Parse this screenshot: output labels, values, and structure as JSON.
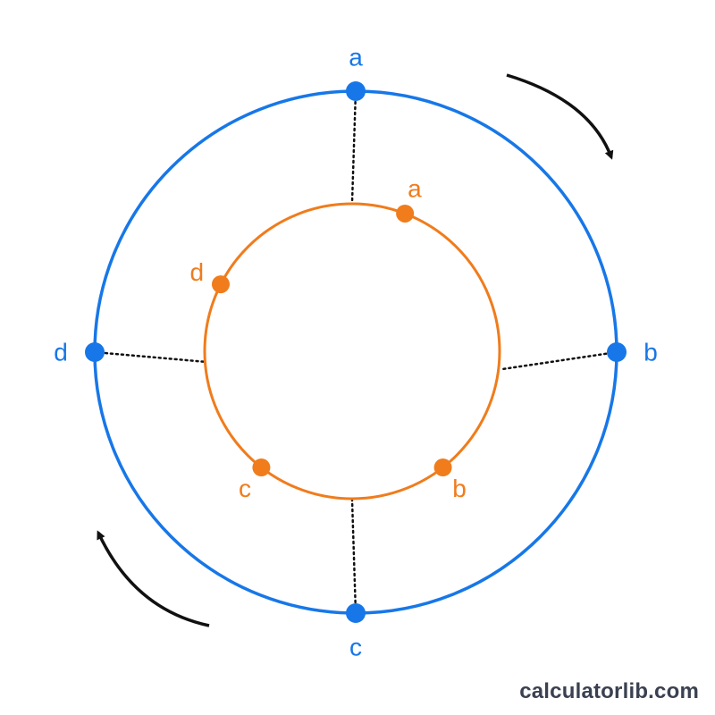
{
  "colors": {
    "outer": "#1777e8",
    "inner": "#f07c1c",
    "arrow": "#111111",
    "connector": "#111111"
  },
  "outer_circle": {
    "points": [
      {
        "label": "a",
        "angle_deg": 0
      },
      {
        "label": "b",
        "angle_deg": 90
      },
      {
        "label": "c",
        "angle_deg": 180
      },
      {
        "label": "d",
        "angle_deg": 270
      }
    ]
  },
  "inner_circle": {
    "points": [
      {
        "label": "a",
        "angle_deg": 21
      },
      {
        "label": "b",
        "angle_deg": 142
      },
      {
        "label": "c",
        "angle_deg": 218
      },
      {
        "label": "d",
        "angle_deg": 297
      }
    ]
  },
  "rotation": {
    "outer_direction": "clockwise",
    "inner_direction": "clockwise"
  },
  "watermark": "calculatorlib.com"
}
